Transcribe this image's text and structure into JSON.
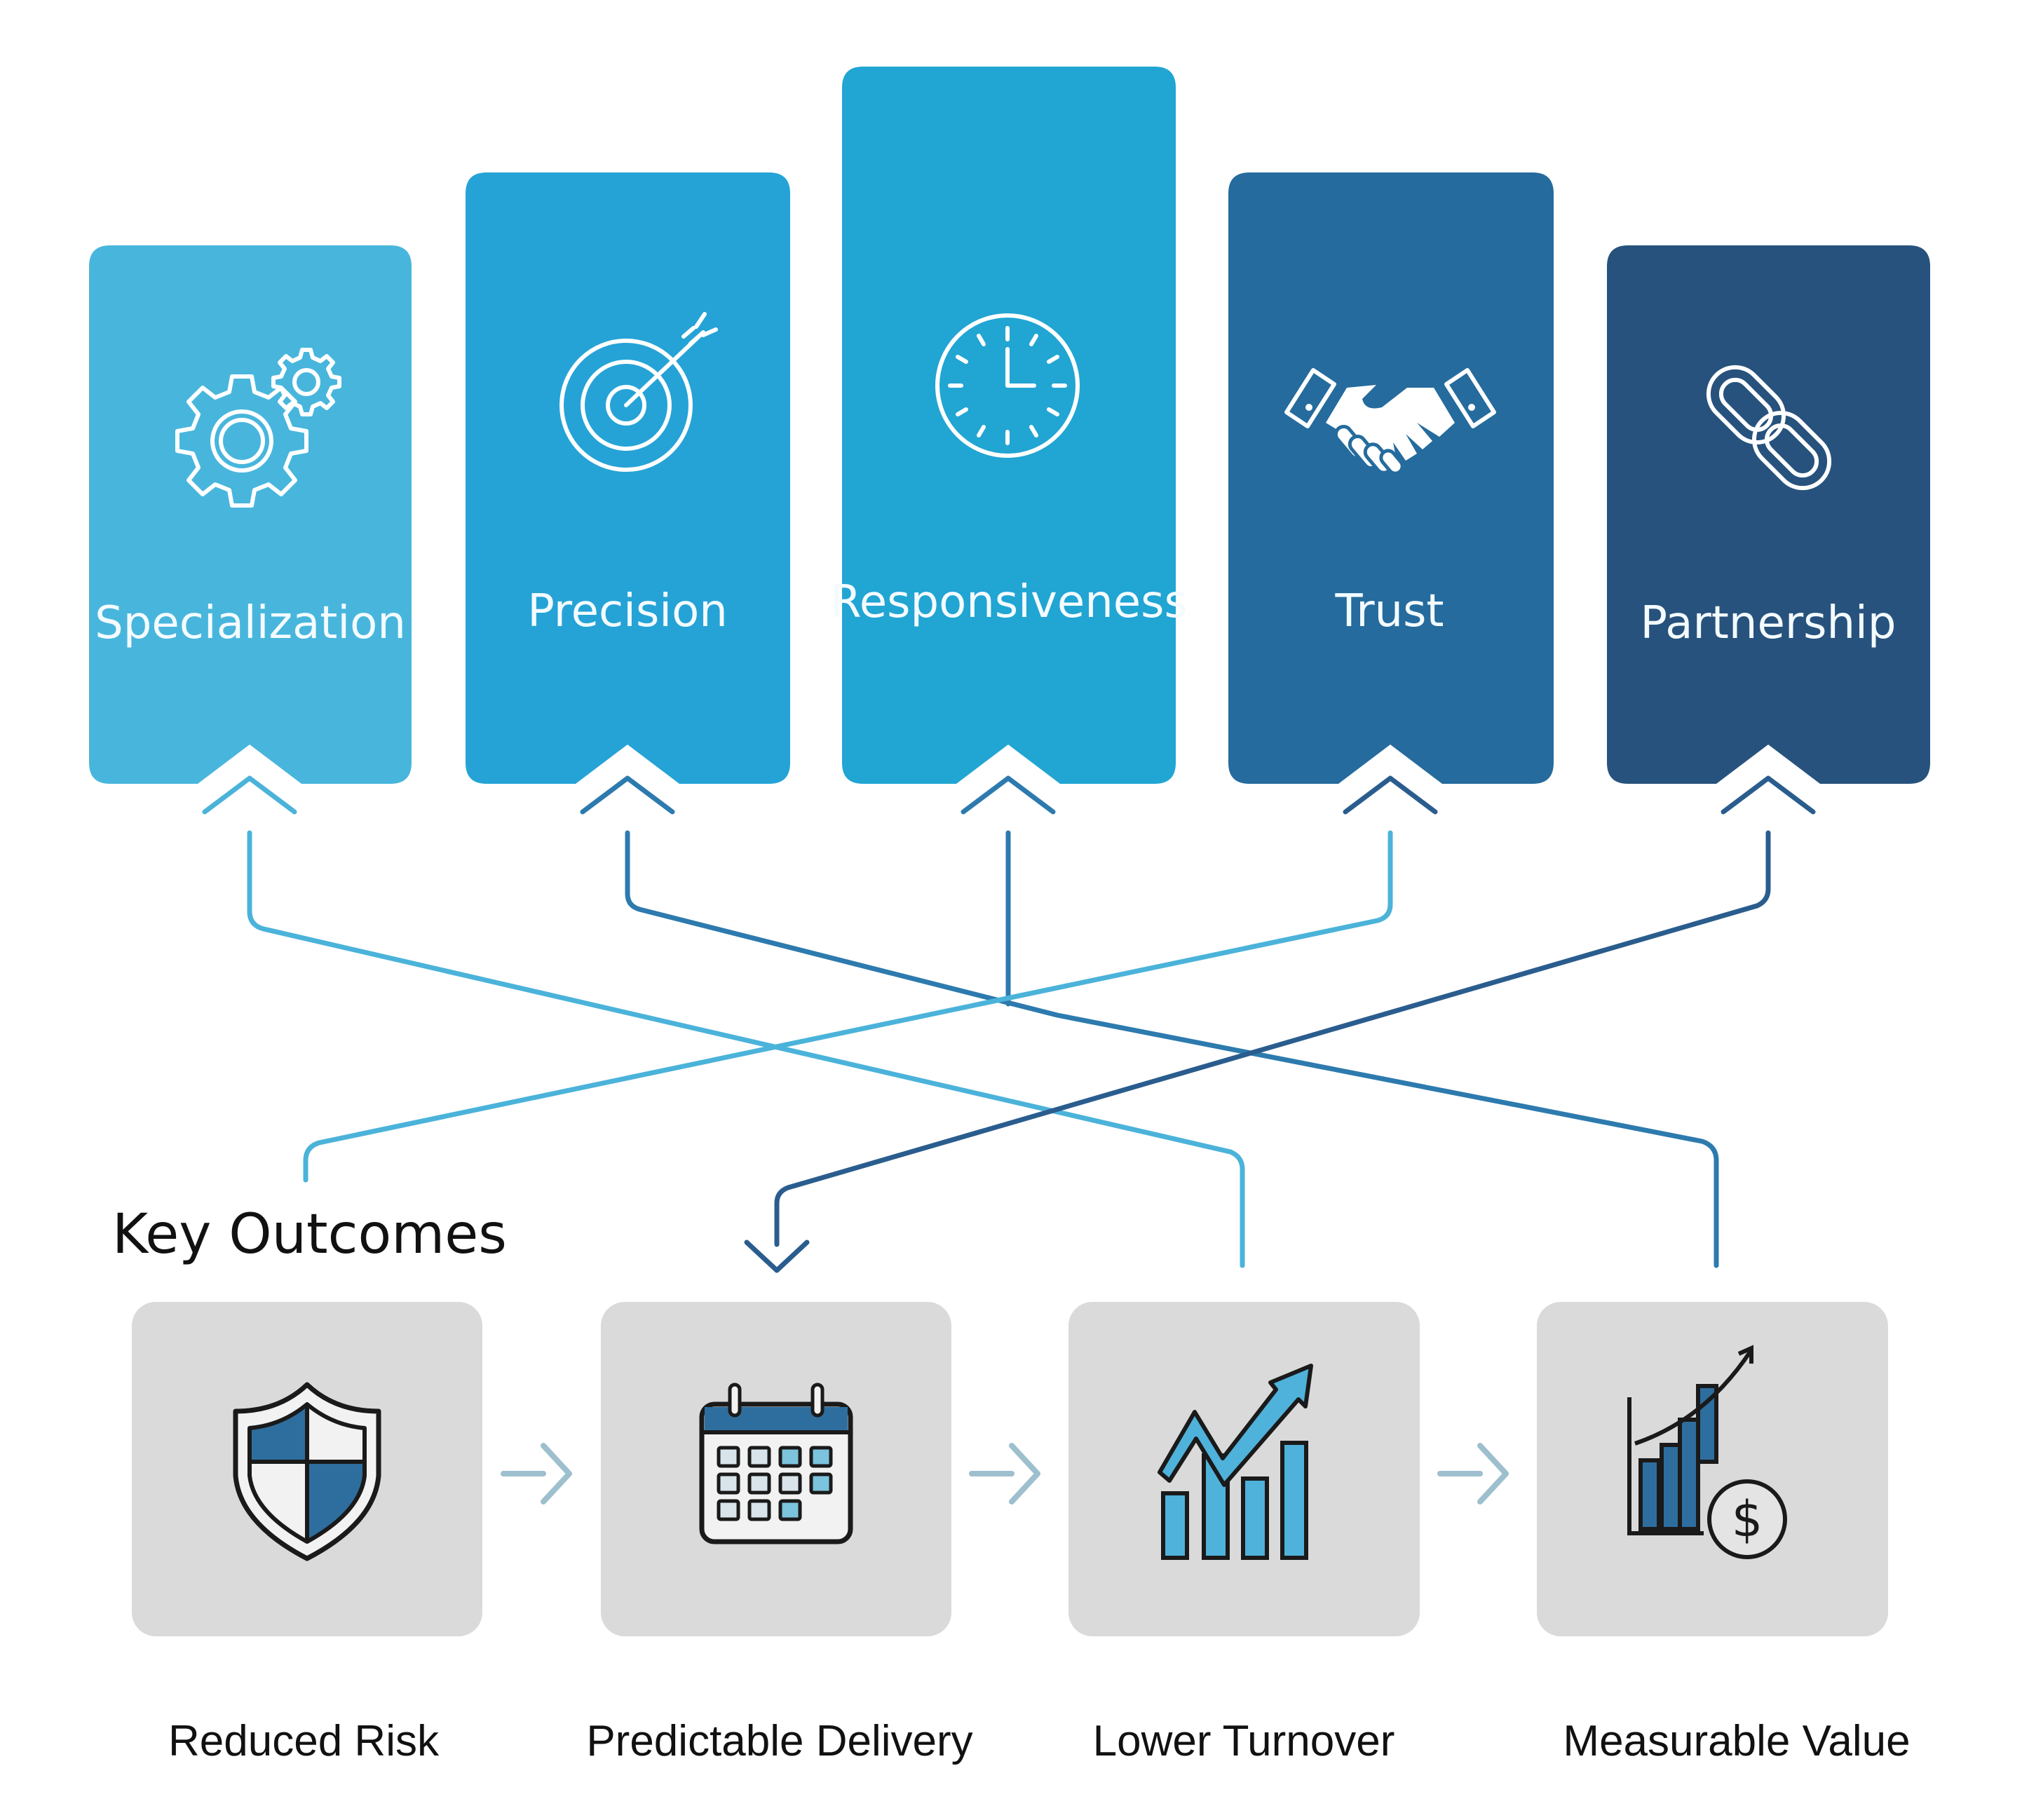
{
  "diagram": {
    "pillars": [
      {
        "label": "Specialization",
        "icon": "gears-icon",
        "color": "#48B6DC"
      },
      {
        "label": "Precision",
        "icon": "target-arrow-icon",
        "color": "#25A3D6"
      },
      {
        "label": "Responsiveness",
        "icon": "clock-icon",
        "color": "#21A5D3"
      },
      {
        "label": "Trust",
        "icon": "handshake-icon",
        "color": "#256B9D"
      },
      {
        "label": "Partnership",
        "icon": "chain-link-icon",
        "color": "#27527D"
      }
    ],
    "connector_colors": {
      "light": "#4BB3DA",
      "medium": "#2D7AAE",
      "dark": "#2A5D8E"
    },
    "section_title": "Key Outcomes",
    "outcomes": [
      {
        "label": "Reduced Risk",
        "icon": "shield-icon"
      },
      {
        "label": "Predictable Delivery",
        "icon": "calendar-icon"
      },
      {
        "label": "Lower Turnover",
        "icon": "growth-chart-icon"
      },
      {
        "label": "Measurable Value",
        "icon": "revenue-chart-icon"
      }
    ],
    "outcome_card_color": "#DADADA",
    "flow_arrow_color": "#9DBFCE",
    "accent_blue": "#2E6E9E",
    "accent_light_blue": "#4FB2DB"
  }
}
